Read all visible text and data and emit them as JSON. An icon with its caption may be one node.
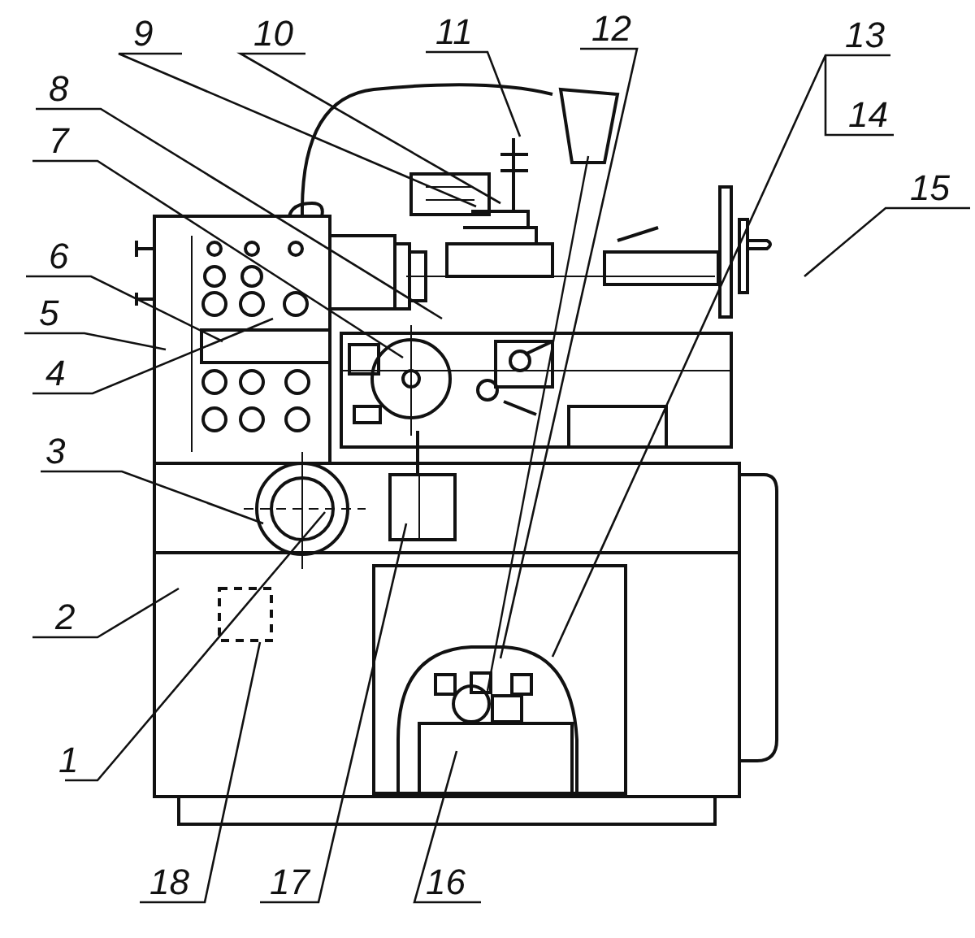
{
  "diagram": {
    "nodes": [
      {
        "text": [
          "9"
        ]
      },
      {
        "text": [
          "10"
        ]
      },
      {
        "text": [
          "11"
        ]
      },
      {
        "text": [
          "12"
        ]
      },
      {
        "text": [
          "13"
        ]
      },
      {
        "text": [
          "8"
        ]
      },
      {
        "text": [
          "14"
        ]
      },
      {
        "text": [
          "7"
        ]
      },
      {
        "text": [
          "15"
        ]
      },
      {
        "text": [
          "6"
        ]
      },
      {
        "text": [
          "5"
        ]
      },
      {
        "text": [
          "4"
        ]
      },
      {
        "text": [
          "3"
        ]
      },
      {
        "text": [
          "2"
        ]
      },
      {
        "text": [
          "1"
        ]
      },
      {
        "text": [
          "18"
        ]
      },
      {
        "text": [
          "17"
        ]
      },
      {
        "text": [
          "16"
        ]
      }
    ],
    "edges": [
      {
        "from": 0,
        "to": null,
        "arrow": "none"
      },
      {
        "from": 1,
        "to": null,
        "arrow": "none"
      },
      {
        "from": 2,
        "to": null,
        "arrow": "none"
      },
      {
        "from": 3,
        "to": null,
        "arrow": "none"
      },
      {
        "from": 4,
        "to": null,
        "arrow": "none"
      },
      {
        "from": 5,
        "to": null,
        "arrow": "none"
      },
      {
        "from": 6,
        "to": null,
        "arrow": "none"
      },
      {
        "from": 7,
        "to": null,
        "arrow": "none"
      },
      {
        "from": 8,
        "to": null,
        "arrow": "none"
      },
      {
        "from": 9,
        "to": null,
        "arrow": "none"
      },
      {
        "from": 10,
        "to": null,
        "arrow": "none"
      },
      {
        "from": 11,
        "to": null,
        "arrow": "none"
      },
      {
        "from": 12,
        "to": null,
        "arrow": "none"
      },
      {
        "from": 13,
        "to": null,
        "arrow": "none"
      },
      {
        "from": 14,
        "to": null,
        "arrow": "none"
      },
      {
        "from": 15,
        "to": null,
        "arrow": "none"
      },
      {
        "from": 16,
        "to": null,
        "arrow": "none"
      },
      {
        "from": 17,
        "to": null,
        "arrow": "none"
      }
    ]
  }
}
